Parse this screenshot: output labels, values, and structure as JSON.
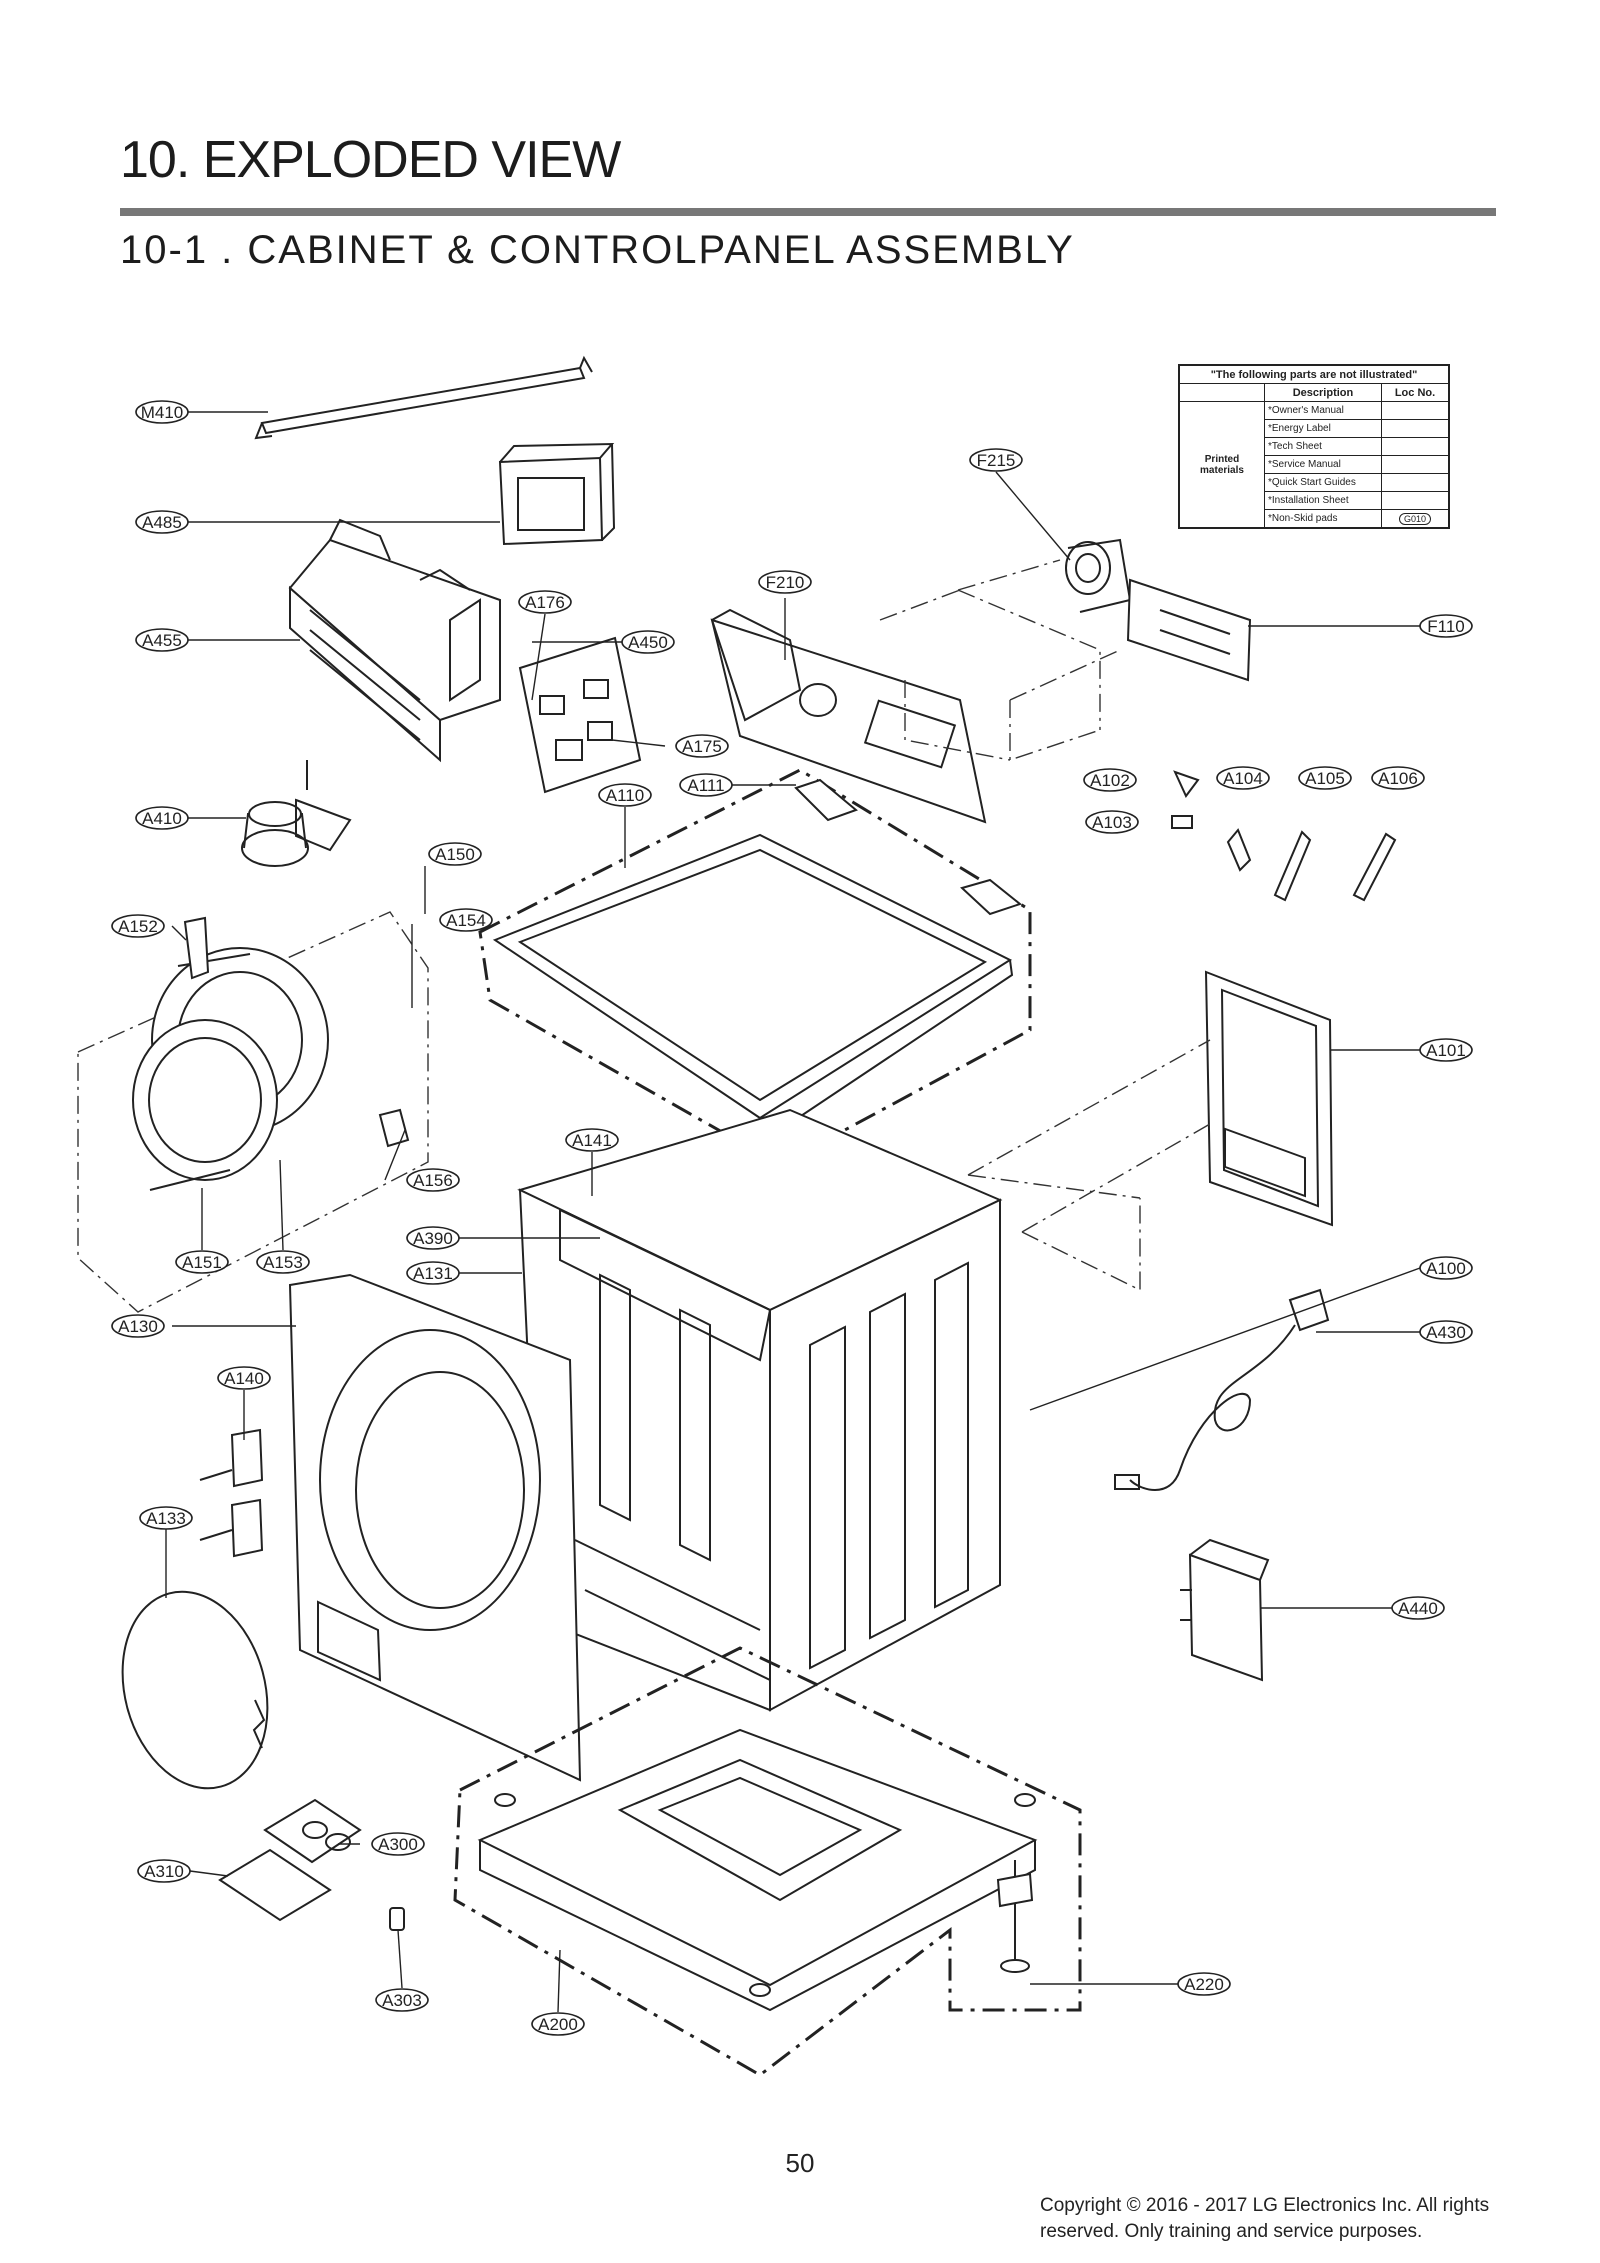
{
  "header": {
    "title": "10.   EXPLODED VIEW",
    "subtitle": "10-1 .   CABINET  & CONTROLPANEL ASSEMBLY"
  },
  "not_illustrated_table": {
    "caption": "\"The following parts are not illustrated\"",
    "col_description": "Description",
    "col_loc": "Loc No.",
    "group": "Printed materials",
    "rows": [
      {
        "desc": "*Owner's Manual",
        "loc": ""
      },
      {
        "desc": "*Energy Label",
        "loc": ""
      },
      {
        "desc": "*Tech Sheet",
        "loc": ""
      },
      {
        "desc": "*Service Manual",
        "loc": ""
      },
      {
        "desc": "*Quick Start Guides",
        "loc": ""
      },
      {
        "desc": "*Installation Sheet",
        "loc": ""
      },
      {
        "desc": "*Non-Skid pads",
        "loc": "G010"
      }
    ]
  },
  "labels": {
    "M410": "M410",
    "A485": "A485",
    "A455": "A455",
    "A176": "A176",
    "A450": "A450",
    "A175": "A175",
    "A410": "A410",
    "A110": "A110",
    "A111": "A111",
    "F210": "F210",
    "F215": "F215",
    "F110": "F110",
    "A102": "A102",
    "A103": "A103",
    "A104": "A104",
    "A105": "A105",
    "A106": "A106",
    "A150": "A150",
    "A152": "A152",
    "A154": "A154",
    "A101": "A101",
    "A141": "A141",
    "A156": "A156",
    "A390": "A390",
    "A131": "A131",
    "A151": "A151",
    "A153": "A153",
    "A100": "A100",
    "A130": "A130",
    "A430": "A430",
    "A140": "A140",
    "A133": "A133",
    "A440": "A440",
    "A300": "A300",
    "A310": "A310",
    "A303": "A303",
    "A200": "A200",
    "A220": "A220"
  },
  "footer": {
    "page_number": "50",
    "copyright_line1": "Copyright © 2016 - 2017 LG Electronics Inc. All rights",
    "copyright_line2": "reserved. Only training and service purposes."
  }
}
